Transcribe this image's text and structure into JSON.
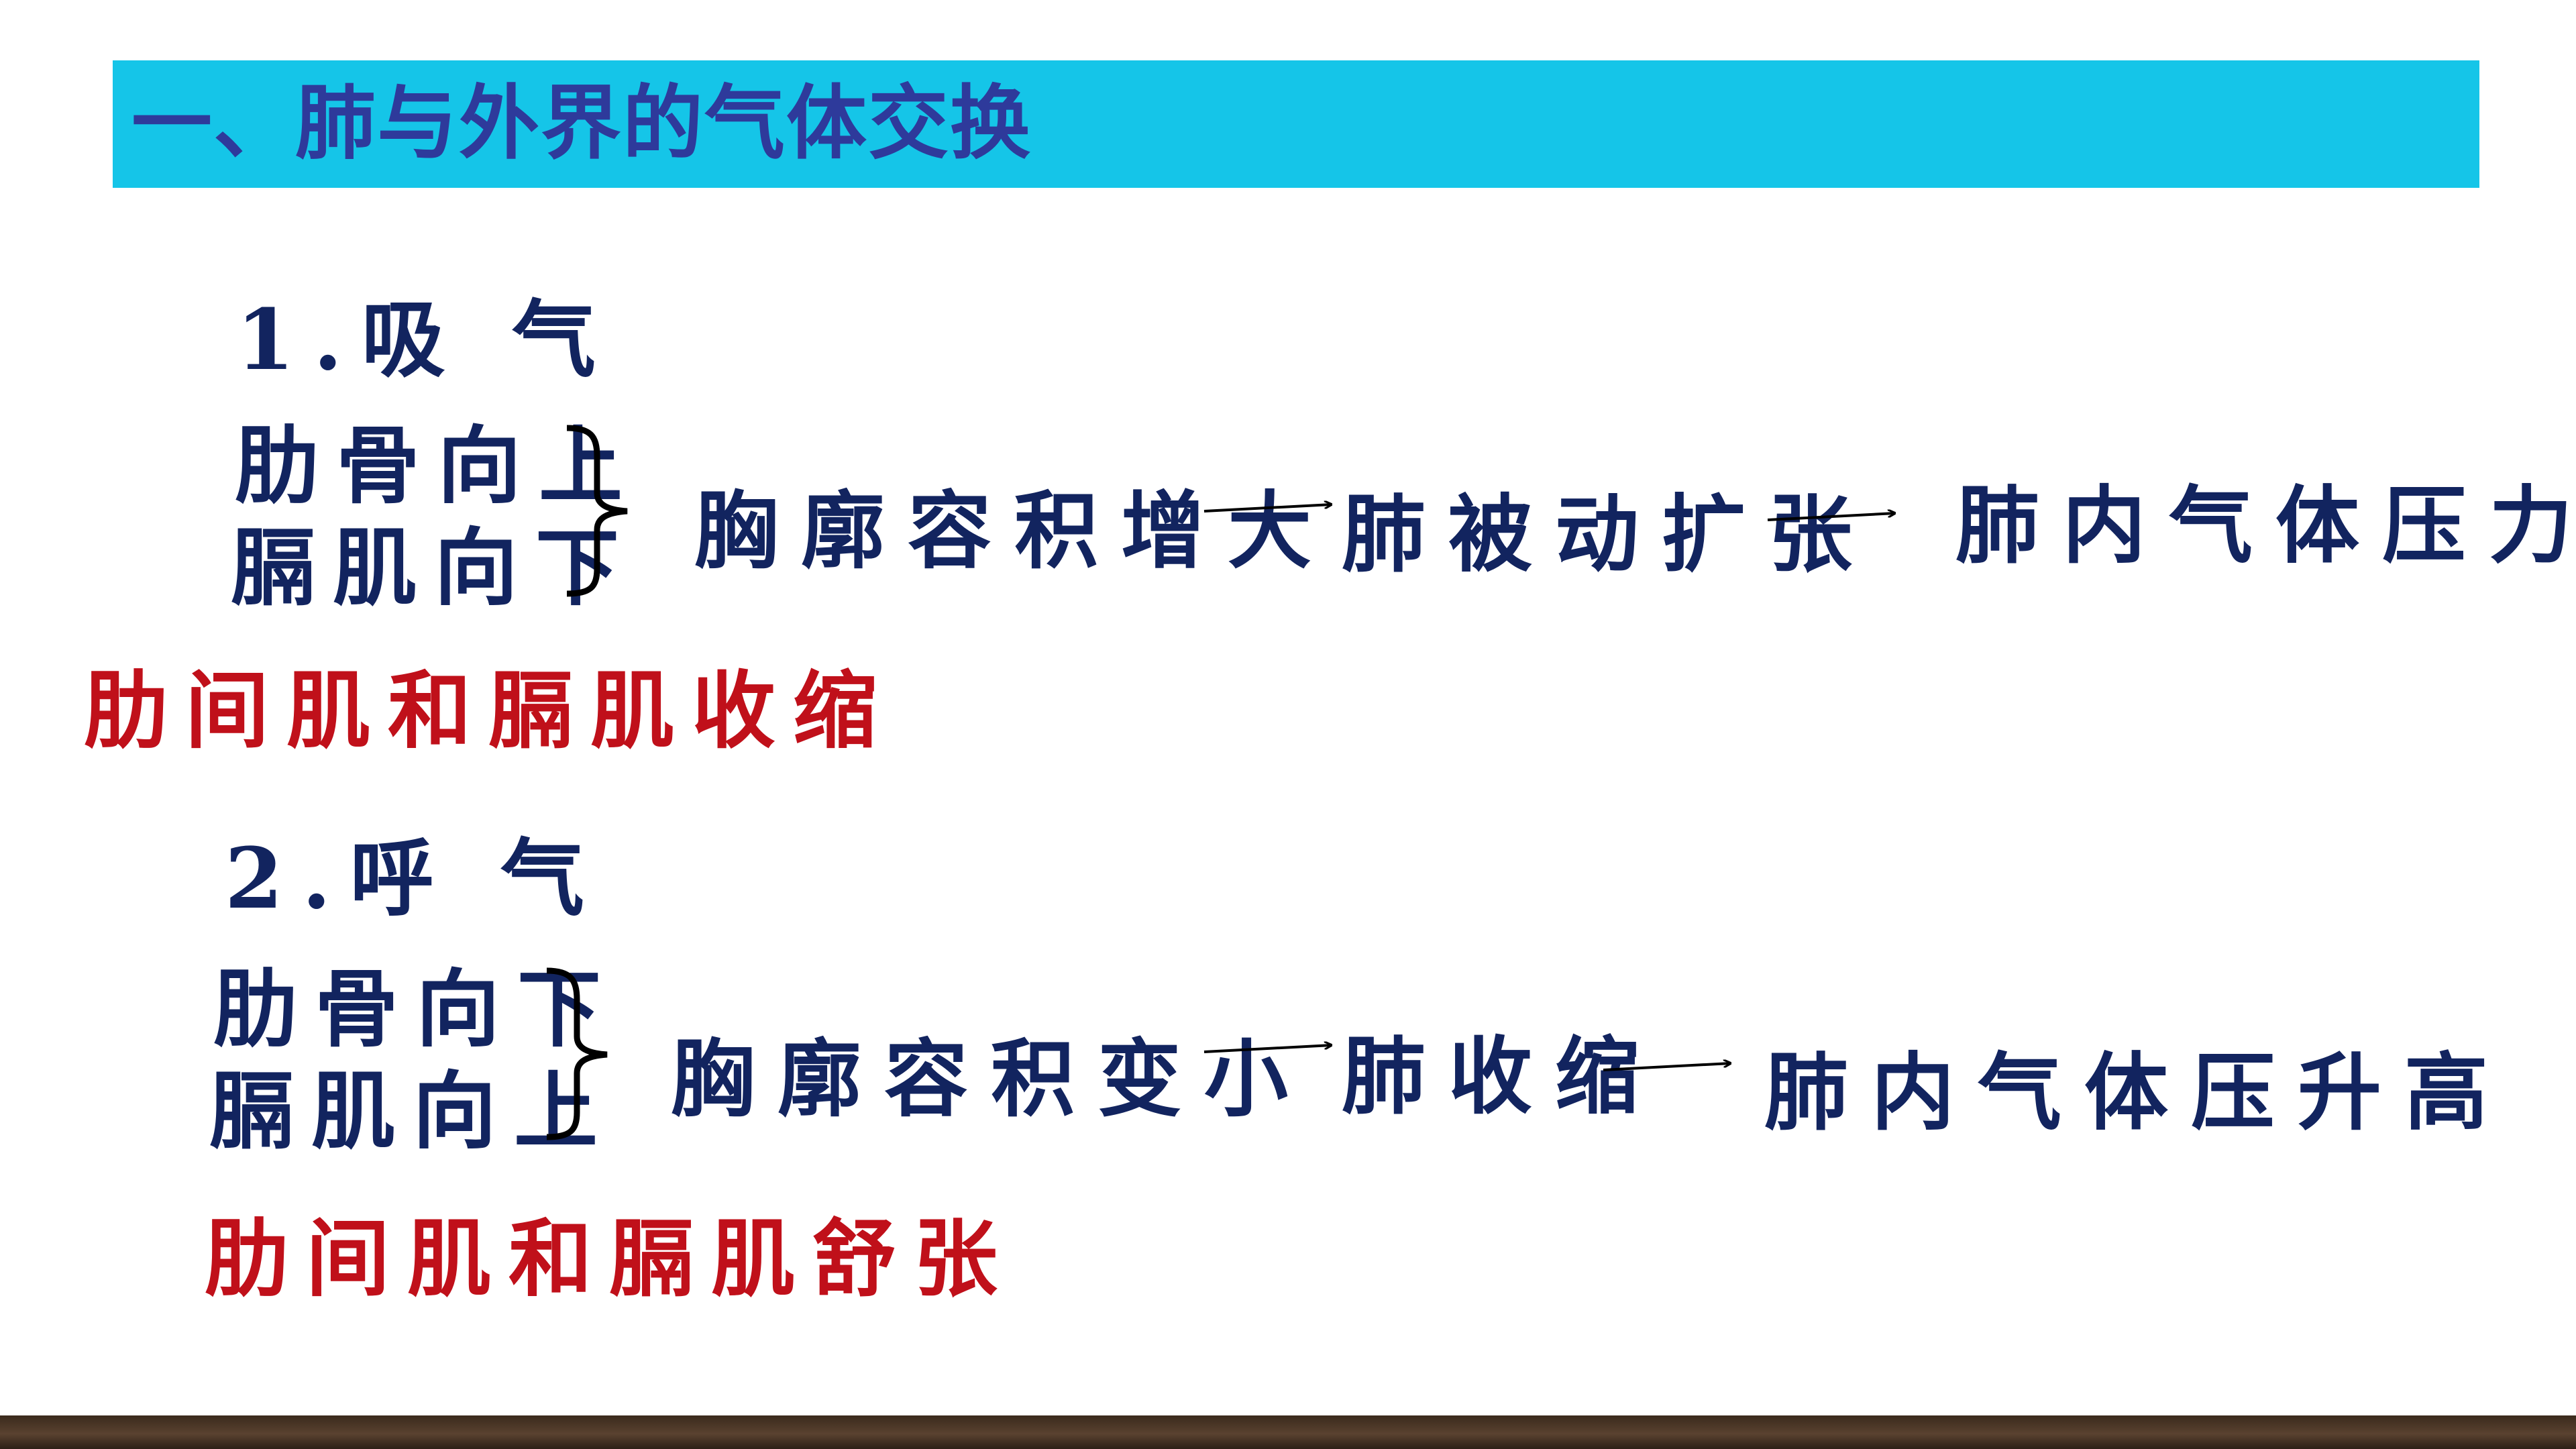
{
  "title": "一、肺与外界的气体交换",
  "inhale": {
    "heading": "1.吸 气",
    "condition_1": "肋骨向上",
    "condition_2": "膈肌向下",
    "muscle": "肋间肌和膈肌收缩",
    "flow": [
      "胸廓容积增大",
      "肺被动扩张",
      "肺内气体压力低"
    ]
  },
  "exhale": {
    "heading": "2.呼 气",
    "condition_1": "肋骨向下",
    "condition_2": "膈肌向上",
    "muscle": "肋间肌和膈肌舒张",
    "flow": [
      "胸廓容积变小",
      "肺收缩",
      "肺内气体压升高"
    ]
  },
  "colors": {
    "title_bar": "#15c5e8",
    "title_text": "#2e3a9b",
    "body_text": "#12245f",
    "muscle_text": "#c0101a",
    "floor": "#4a3626"
  }
}
